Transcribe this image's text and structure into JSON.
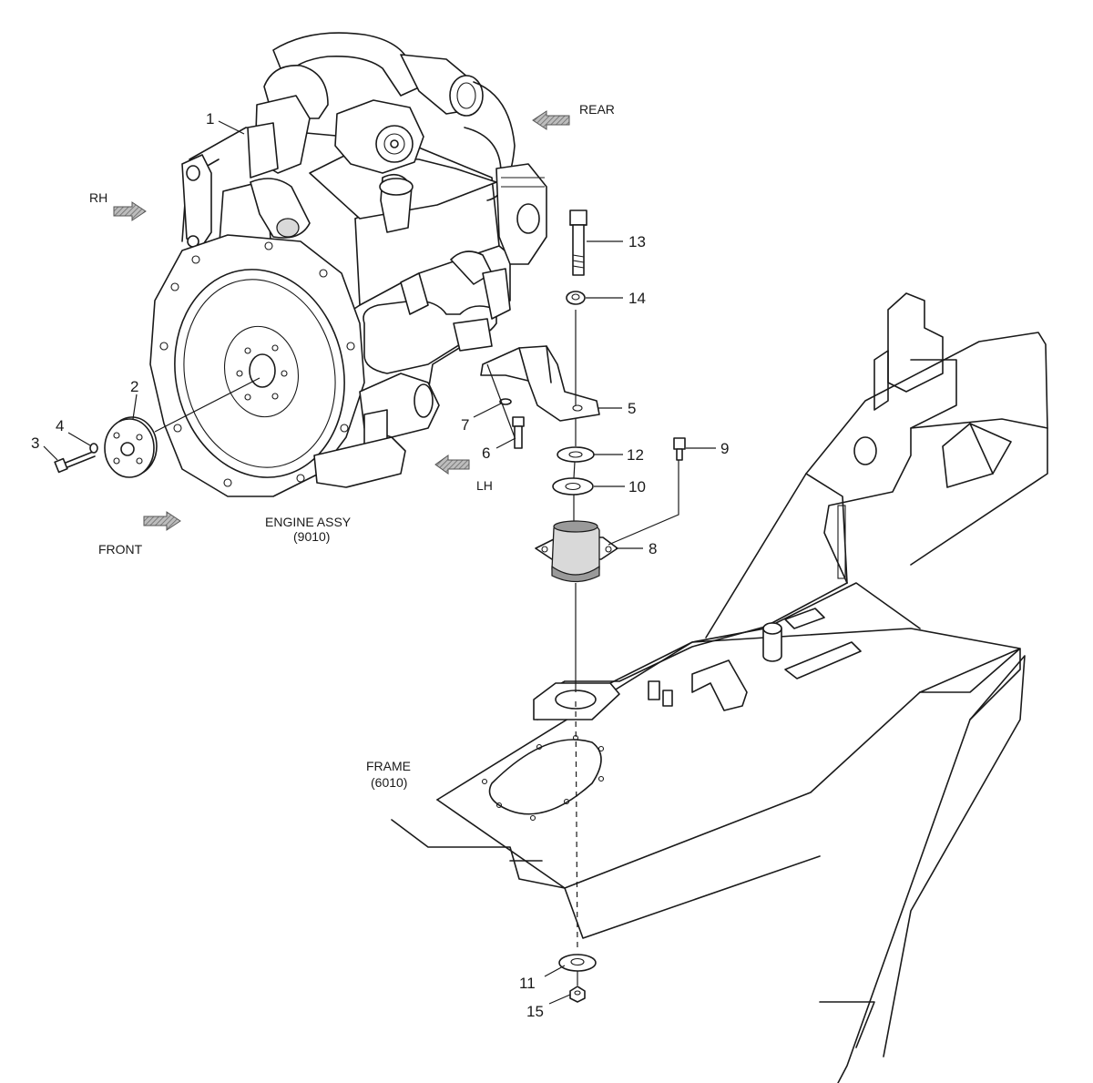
{
  "labels": {
    "engine_assy_title": "ENGINE ASSY",
    "engine_assy_code": "(9010)",
    "frame_title": "FRAME",
    "frame_code": "(6010)"
  },
  "directions": {
    "rear": "REAR",
    "rh": "RH",
    "front": "FRONT",
    "lh": "LH"
  },
  "callouts": {
    "c1": "1",
    "c2": "2",
    "c3": "3",
    "c4": "4",
    "c5": "5",
    "c6": "6",
    "c7": "7",
    "c8": "8",
    "c9": "9",
    "c10": "10",
    "c11": "11",
    "c12": "12",
    "c13": "13",
    "c14": "14",
    "c15": "15"
  }
}
